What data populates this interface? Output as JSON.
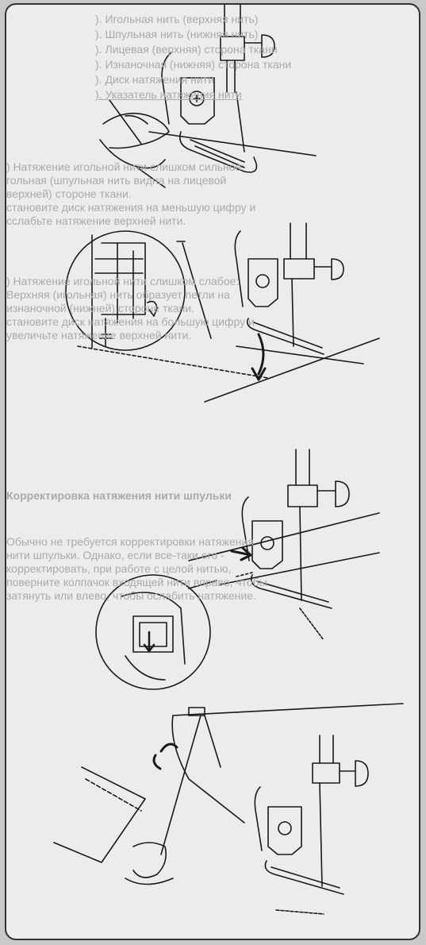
{
  "legend": [
    "). Игольная нить (верхняя нить)",
    "). Шпульная нить (нижняя нить)",
    "). Лицевая (верхняя) сторона ткани",
    "). Изнаночная (нижняя) сторона ткани",
    "). Диск натяжения нити",
    "). Указатель натяжения нити"
  ],
  "section1": [
    ") Натяжение игольной нити слишком сильное:",
    "гольная (шпульная нить видна на лицевой",
    "верхней) стороне ткани.",
    "становите диск натяжения на меньшую цифру и",
    "сслабьте натяжение верхней нити."
  ],
  "section2": [
    ") Натяжение игольной нити слишком слабое:",
    "Верхняя (игольная) нить образует петли на",
    "изнаночной (нижней) стороне ткани.",
    "становите диск натяжения на большую цифру и",
    "увеличьте натяжение верхней нити."
  ],
  "heading": "Корректировка натяжения нити шпульки",
  "section3": [
    "Обычно не требуется корректировки натяжения",
    "нити шпульки. Однако, если все-таки его -",
    "корректировать, при работе с целой нитью,",
    "поверните колпачок входящей нити вправо, чтобы",
    "затянуть или влево, чтобы ослабить натяжение."
  ]
}
